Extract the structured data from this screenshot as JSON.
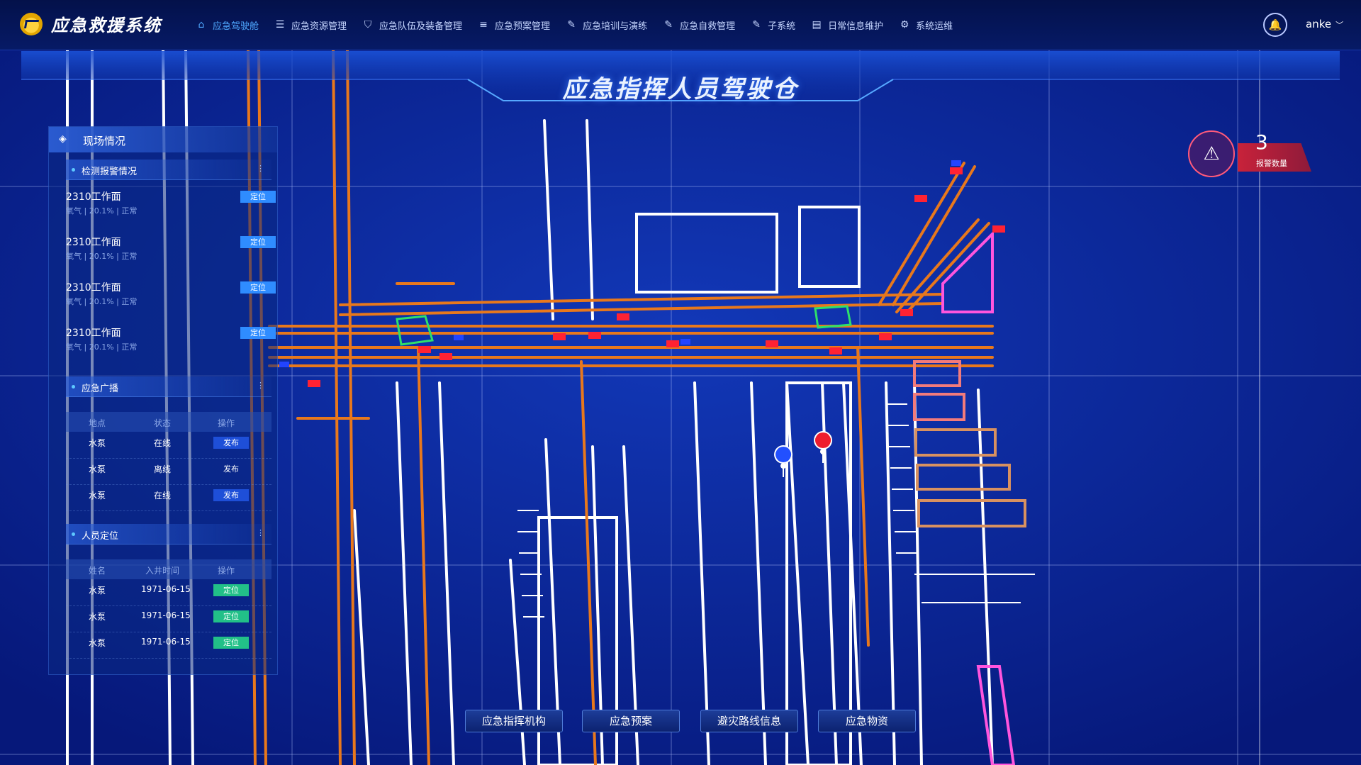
{
  "app": {
    "title": "应急救援系统"
  },
  "nav": [
    {
      "label": "应急驾驶舱",
      "icon": "home-icon",
      "active": true
    },
    {
      "label": "应急资源管理",
      "icon": "list-icon"
    },
    {
      "label": "应急队伍及装备管理",
      "icon": "shield-icon"
    },
    {
      "label": "应急预案管理",
      "icon": "align-left-icon"
    },
    {
      "label": "应急培训与演练",
      "icon": "edit-icon"
    },
    {
      "label": "应急自救管理",
      "icon": "edit-icon"
    },
    {
      "label": "子系统",
      "icon": "edit-icon"
    },
    {
      "label": "日常信息维护",
      "icon": "clipboard-icon"
    },
    {
      "label": "系统运维",
      "icon": "gear-icon"
    }
  ],
  "header": {
    "user": "anke"
  },
  "banner": {
    "title": "应急指挥人员驾驶仓"
  },
  "panel": {
    "title": "现场情况",
    "detection": {
      "title": "检测报警情况",
      "items": [
        {
          "name": "2310工作面",
          "info": "氧气  |  20.1%  |  正常",
          "button": "定位"
        },
        {
          "name": "2310工作面",
          "info": "氧气  |  20.1%  |  正常",
          "button": "定位"
        },
        {
          "name": "2310工作面",
          "info": "氧气  |  20.1%  |  正常",
          "button": "定位"
        },
        {
          "name": "2310工作面",
          "info": "氧气  |  20.1%  |  正常",
          "button": "定位"
        }
      ]
    },
    "broadcast": {
      "title": "应急广播",
      "columns": [
        "地点",
        "状态",
        "操作"
      ],
      "rows": [
        {
          "place": "水泵",
          "status": "在线",
          "action": "发布"
        },
        {
          "place": "水泵",
          "status": "离线",
          "action": "发布"
        },
        {
          "place": "水泵",
          "status": "在线",
          "action": "发布"
        }
      ]
    },
    "personnel": {
      "title": "人员定位",
      "columns": [
        "姓名",
        "入井时间",
        "操作"
      ],
      "rows": [
        {
          "name": "水泵",
          "time": "1971-06-15",
          "action": "定位"
        },
        {
          "name": "水泵",
          "time": "1971-06-15",
          "action": "定位"
        },
        {
          "name": "水泵",
          "time": "1971-06-15",
          "action": "定位"
        }
      ]
    }
  },
  "alarm": {
    "count": "3",
    "label": "报警数量"
  },
  "bottom_buttons": [
    "应急指挥机构",
    "应急预案",
    "避灾路线信息",
    "应急物资"
  ],
  "colors": {
    "background": "#0a1f8a",
    "tunnel": "#e8781c",
    "accent": "#4fa8ff",
    "alarm": "#c8223a"
  }
}
